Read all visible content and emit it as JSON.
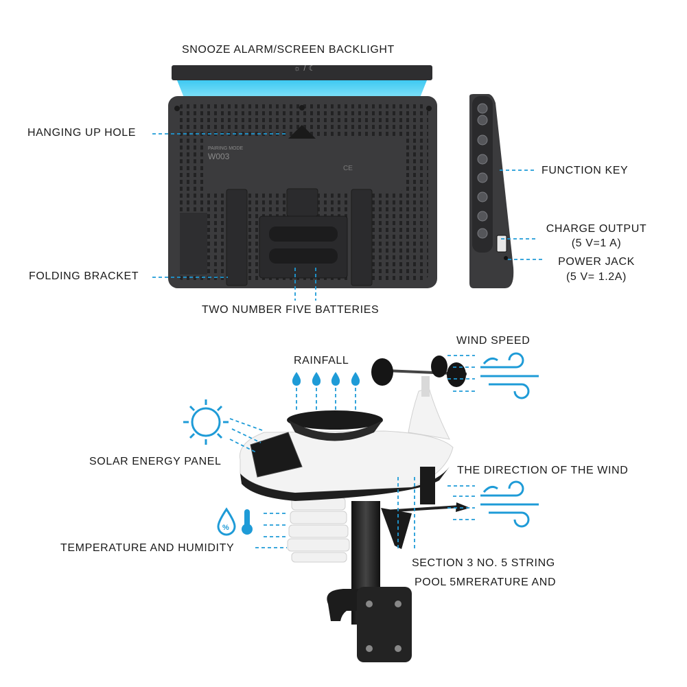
{
  "labels": {
    "snooze": "SNOOZE ALARM/SCREEN BACKLIGHT",
    "hanging": "HANGING UP HOLE",
    "folding": "FOLDING BRACKET",
    "batteries": "TWO NUMBER FIVE BATTERIES",
    "function_key": "FUNCTION KEY",
    "charge_output": "CHARGE OUTPUT",
    "charge_spec": "(5 V=1 A)",
    "power_jack": "POWER JACK",
    "power_spec": "(5 V= 1.2A)",
    "wind_speed": "WIND SPEED",
    "rainfall": "RAINFALL",
    "solar": "SOLAR ENERGY PANEL",
    "wind_direction": "THE DIRECTION OF THE WIND",
    "temp_humidity": "TEMPERATURE AND HUMIDITY",
    "section_line1": "SECTION 3 NO. 5 STRING",
    "section_line2": "POOL 5MRERATURE AND"
  },
  "device": {
    "model": "W003",
    "pairing": "PAIRING MODE",
    "cert": "CE",
    "top_icons": "☼ / ☾"
  },
  "colors": {
    "accent": "#1e9bd7",
    "screen_glow": "#4fd3f5",
    "device": "#3b3b3d",
    "sensor_white": "#f2f2f2"
  }
}
